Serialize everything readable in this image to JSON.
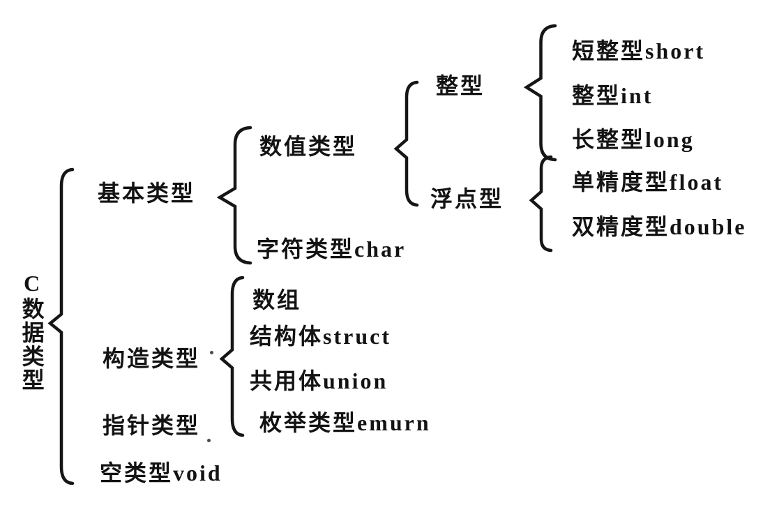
{
  "page": {
    "background_color": "#ffffff",
    "ink_color": "#161616"
  },
  "diagram": {
    "kind": "brace-tree",
    "hierarchy": {
      "label": "C数据类型",
      "children": [
        {
          "label": "基本类型",
          "children": [
            {
              "label": "数值类型",
              "children": [
                {
                  "label": "整型",
                  "children": [
                    {
                      "label": "短整型short"
                    },
                    {
                      "label": "整型int"
                    },
                    {
                      "label": "长整型long"
                    }
                  ]
                },
                {
                  "label": "浮点型",
                  "children": [
                    {
                      "label": "单精度型float"
                    },
                    {
                      "label": "双精度型double"
                    }
                  ]
                }
              ]
            },
            {
              "label": "字符类型char"
            }
          ]
        },
        {
          "label": "构造类型",
          "children": [
            {
              "label": "数组"
            },
            {
              "label": "结构体struct"
            },
            {
              "label": "共用体union"
            },
            {
              "label": "枚举类型emurn"
            }
          ]
        },
        {
          "label": "指针类型"
        },
        {
          "label": "空类型void"
        }
      ]
    }
  }
}
